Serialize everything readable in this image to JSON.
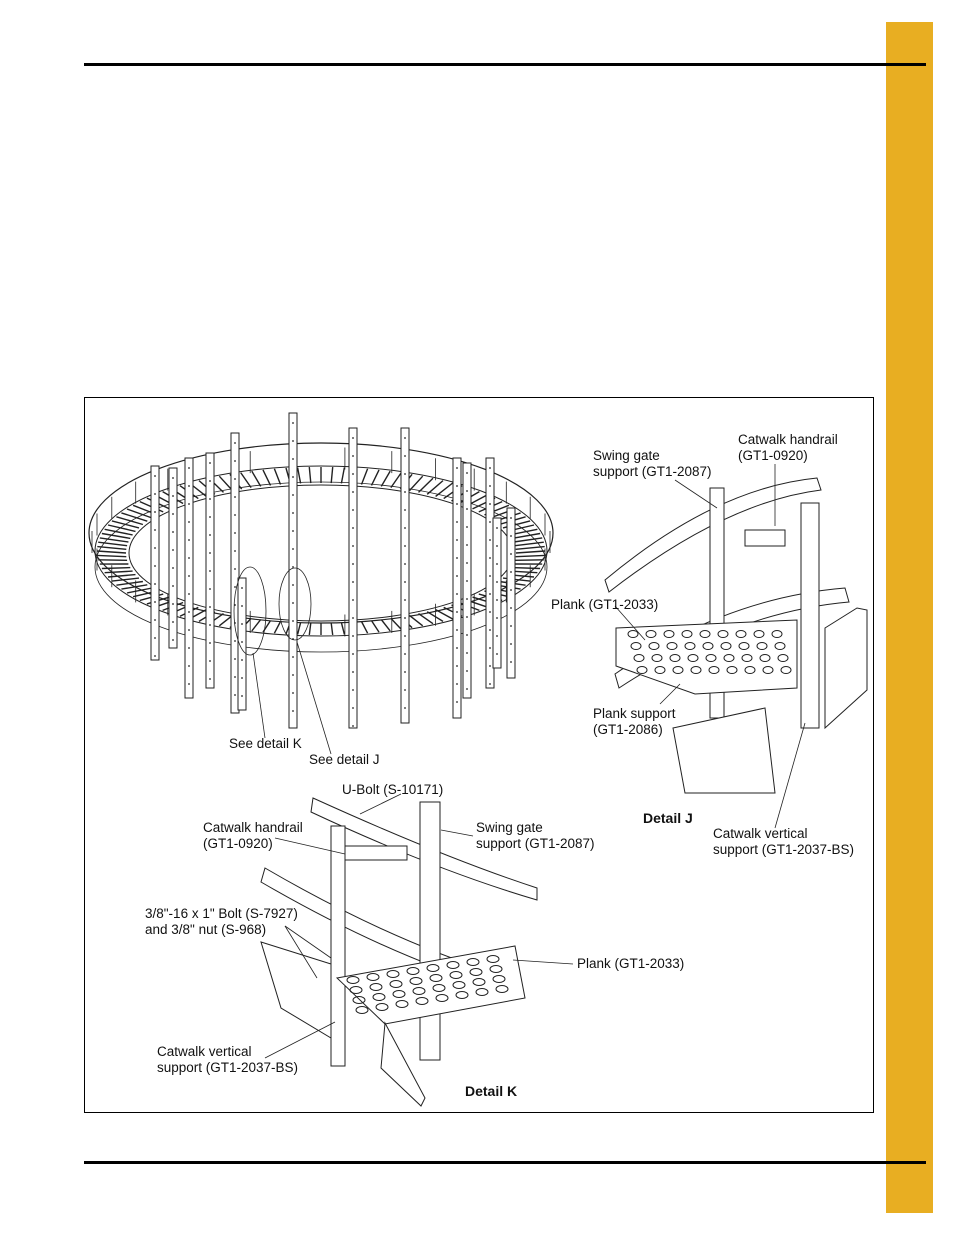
{
  "colors": {
    "accent_tab": "#E8AE22",
    "rule": "#000000",
    "line_art": "#222222"
  },
  "figure": {
    "overview": {
      "see_detail_k": "See detail K",
      "see_detail_j": "See detail J"
    },
    "detail_j": {
      "title": "Detail J",
      "swing_gate_support": "Swing gate\nsupport (GT1-2087)",
      "catwalk_handrail": "Catwalk handrail\n(GT1-0920)",
      "plank": "Plank (GT1-2033)",
      "plank_support": "Plank support\n(GT1-2086)",
      "catwalk_vertical_support": "Catwalk vertical\nsupport (GT1-2037-BS)"
    },
    "detail_k": {
      "title": "Detail K",
      "u_bolt": "U-Bolt (S-10171)",
      "catwalk_handrail": "Catwalk handrail\n(GT1-0920)",
      "swing_gate_support": "Swing gate\nsupport (GT1-2087)",
      "bolt_and_nut": "3/8\"-16 x 1\" Bolt (S-7927)\nand 3/8\" nut (S-968)",
      "plank": "Plank (GT1-2033)",
      "catwalk_vertical_support": "Catwalk vertical\nsupport (GT1-2037-BS)"
    }
  }
}
